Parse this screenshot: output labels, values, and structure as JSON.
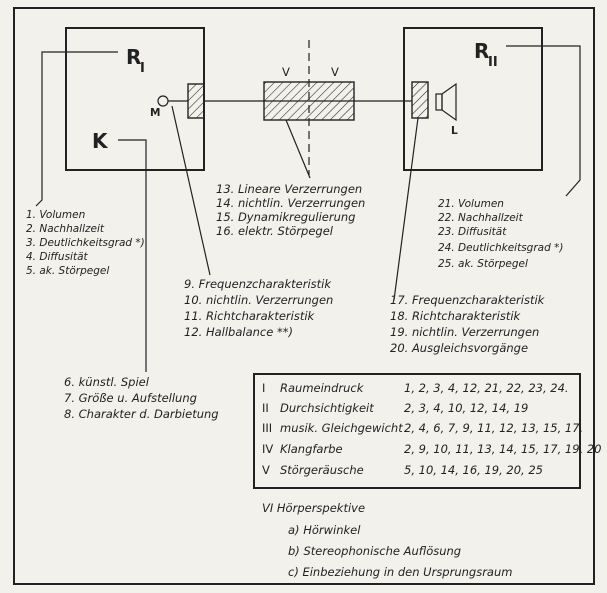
{
  "labels": {
    "room_left": "R",
    "room_left_sub": "I",
    "room_right": "R",
    "room_right_sub": "II",
    "k": "K",
    "mic": "M",
    "ls": "L",
    "v_left": "V",
    "v_right": "V"
  },
  "transmission_list": [
    "13. Lineare Verzerrungen",
    "14. nichtlin. Verzerrungen",
    "15. Dynamikregulierung",
    "16. elektr. Störpegel"
  ],
  "room1_list": [
    "1. Volumen",
    "2. Nachhallzeit",
    "3. Deutlichkeitsgrad *)",
    "4. Diffusität",
    "5. ak. Störpegel"
  ],
  "room2_list": [
    "21. Volumen",
    "22. Nachhallzeit",
    "23. Diffusität",
    "24. Deutlichkeitsgrad *)",
    "25. ak. Störpegel"
  ],
  "mic_list": [
    "9. Frequenzcharakteristik",
    "10. nichtlin. Verzerrungen",
    "11. Richtcharakteristik",
    "12. Hallbalance **)"
  ],
  "ls_list": [
    "17. Frequenzcharakteristik",
    "18. Richtcharakteristik",
    "19. nichtlin. Verzerrungen",
    "20. Ausgleichsvorgänge"
  ],
  "source_list": [
    "6. künstl. Spiel",
    "7. Größe u. Aufstellung",
    "8. Charakter d. Darbietung"
  ],
  "criteria": [
    {
      "num": "I",
      "name": "Raumeindruck",
      "refs": "1, 2, 3, 4, 12, 21, 22, 23, 24."
    },
    {
      "num": "II",
      "name": "Durchsichtigkeit",
      "refs": "2, 3, 4, 10, 12, 14, 19"
    },
    {
      "num": "III",
      "name": "musik. Gleichgewicht",
      "refs": "2, 4, 6, 7, 9, 11, 12, 13, 15, 17."
    },
    {
      "num": "IV",
      "name": "Klangfarbe",
      "refs": "2, 9, 10, 11, 13, 14, 15, 17, 19, 20"
    },
    {
      "num": "V",
      "name": "Störgeräusche",
      "refs": "5, 10, 14, 16, 19, 20, 25"
    }
  ],
  "perspective": {
    "title": "VI Hörperspektive",
    "items": [
      "a) Hörwinkel",
      "b) Stereophonische Auflösung",
      "c) Einbeziehung in den Ursprungsraum"
    ]
  }
}
